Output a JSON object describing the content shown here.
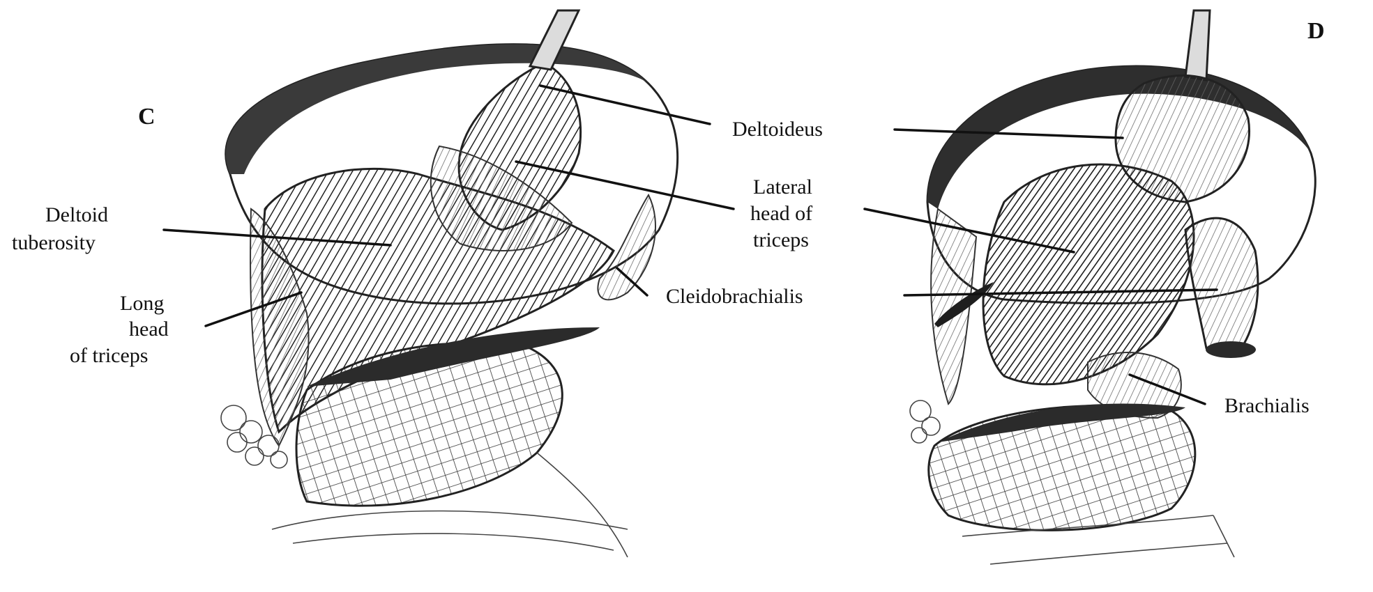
{
  "panels": {
    "c": {
      "letter": "C",
      "labels": {
        "deltoid_tuberosity": [
          "Deltoid",
          "tuberosity"
        ],
        "long_head_triceps": [
          "Long",
          "head",
          "of triceps"
        ]
      }
    },
    "shared": {
      "deltoideus": "Deltoideus",
      "lateral_head_triceps": [
        "Lateral",
        "head of",
        "triceps"
      ],
      "cleidobrachialis": "Cleidobrachialis"
    },
    "d": {
      "letter": "D",
      "labels": {
        "brachialis": "Brachialis"
      }
    }
  },
  "colors": {
    "ink": "#111111",
    "dark_muscle": "#2f2f2f",
    "mid_muscle": "#6a6a6a",
    "light_muscle": "#b9b9b9",
    "paper": "#ffffff"
  }
}
